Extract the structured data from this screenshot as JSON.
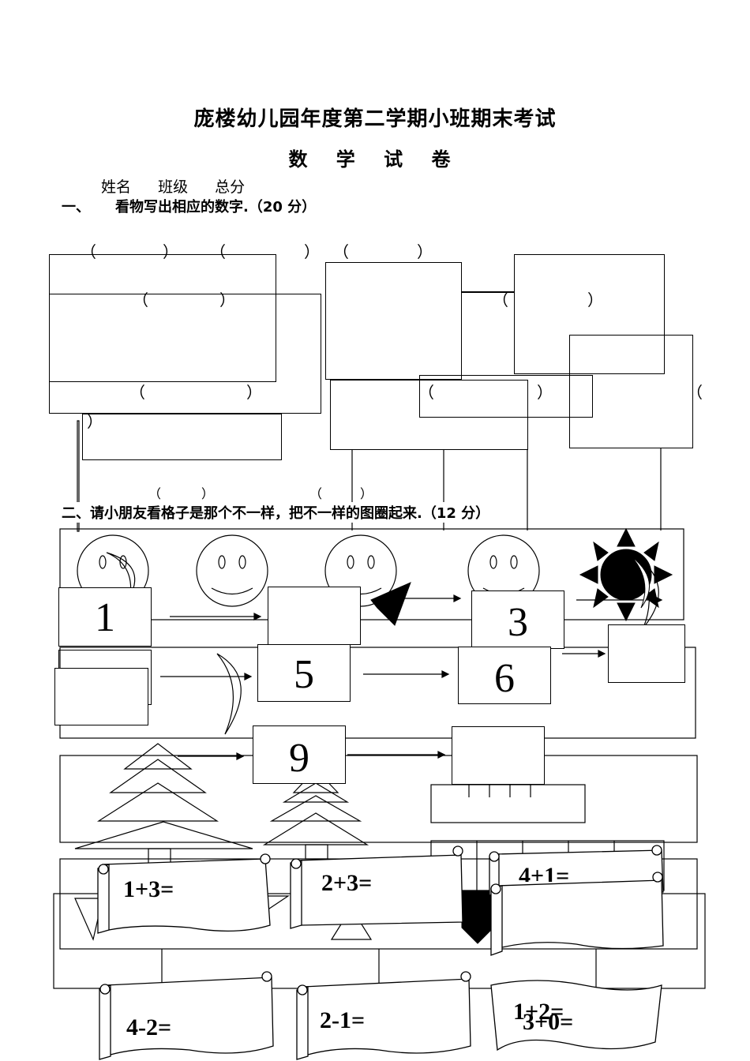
{
  "header": {
    "title": "庞楼幼儿园年度第二学期小班期末考试",
    "subtitle": "数 学 试 卷",
    "fields": [
      "姓名",
      "班级",
      "总分"
    ]
  },
  "section1": {
    "number": "一、",
    "instruction": "看物写出相应的数字.（20 分）"
  },
  "section2": {
    "instruction": "二、请小朋友看格子是那个不一样，把不一样的图圈起来.（12 分）"
  },
  "paren_open": "（",
  "paren_close": "）",
  "sequence": {
    "row1": [
      "1",
      "3"
    ],
    "row2": [
      "5",
      "6"
    ],
    "row3": [
      "9"
    ]
  },
  "exercises": {
    "row1": [
      "1+3=",
      "2+3=",
      "4+1="
    ],
    "row2": [
      "4-2=",
      "2-1=",
      "1+2=",
      "3+0="
    ]
  }
}
